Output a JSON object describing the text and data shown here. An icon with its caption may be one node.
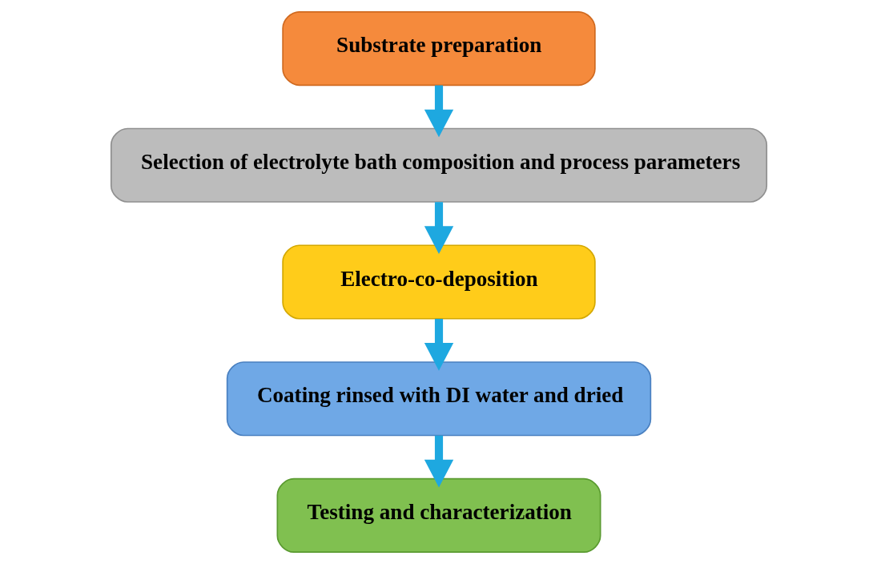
{
  "diagram": {
    "nodes": [
      {
        "text": [
          "Substrate preparation"
        ]
      },
      {
        "text": [
          "Selection of electrolyte bath composition and process parameters"
        ]
      },
      {
        "text": [
          "Electro-co-deposition"
        ]
      },
      {
        "text": [
          "Coating rinsed with DI water and dried"
        ]
      },
      {
        "text": [
          "Testing and characterization"
        ]
      }
    ],
    "edges": [
      {
        "from": 0,
        "to": 1,
        "arrow": "to"
      },
      {
        "from": 1,
        "to": 2,
        "arrow": "to"
      },
      {
        "from": 2,
        "to": 3,
        "arrow": "to"
      },
      {
        "from": 3,
        "to": 4,
        "arrow": "to"
      }
    ]
  }
}
